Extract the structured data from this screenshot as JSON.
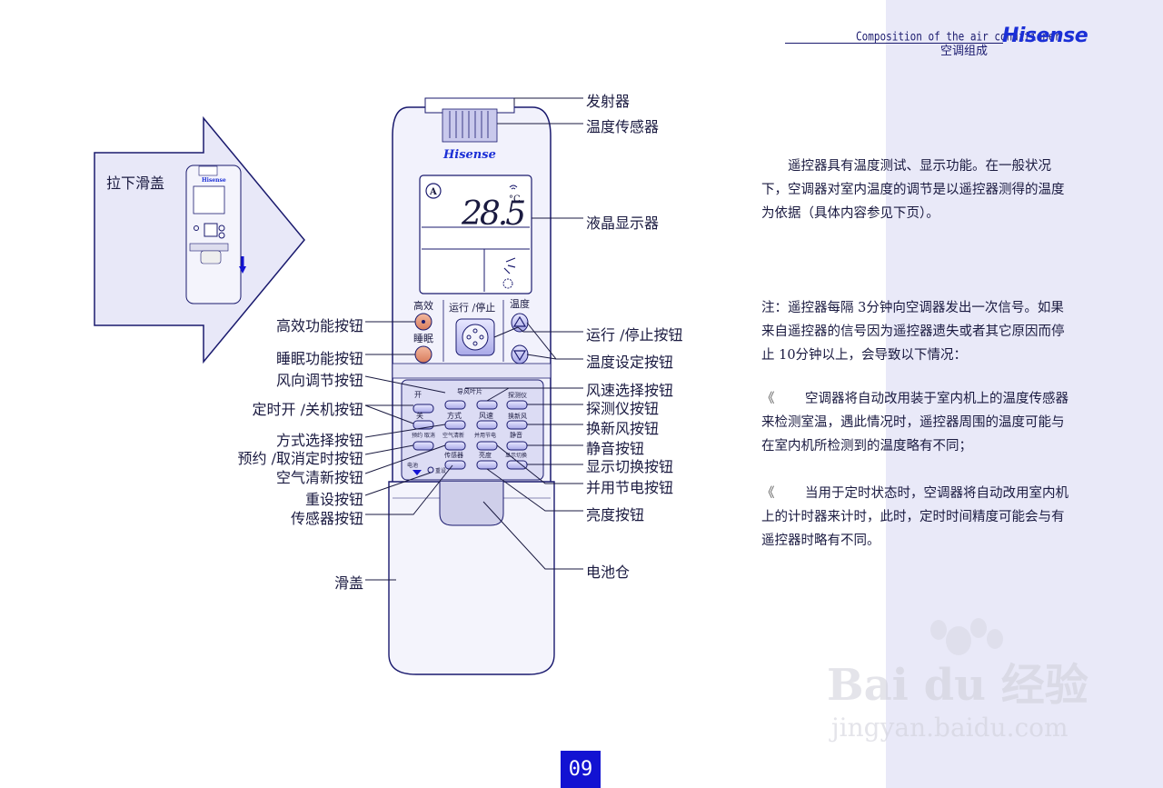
{
  "header": {
    "english_title": "Composition of the air conditioner",
    "chinese_title": "空调组成",
    "brand": "Hisense"
  },
  "inset": {
    "label": "拉下滑盖",
    "brand": "Hisense"
  },
  "remote": {
    "brand": "Hisense",
    "lcd_reading": "28.5",
    "lcd_unit": "°C",
    "lcd_mode_icon": "A",
    "button_labels": {
      "turbo": "高效",
      "sleep": "睡眠",
      "run_stop": "运行 /停止",
      "temp": "温度",
      "on": "开",
      "off": "关",
      "swing": "导风叶片",
      "probe": "探测仪",
      "mode": "方式",
      "fan": "风速",
      "fresh": "换新风",
      "schedule": "预约 取消",
      "air_clean": "空气清新",
      "parallel": "并用节电",
      "quiet": "静音",
      "sensor": "传感器",
      "bright": "亮度",
      "display": "显示切换",
      "battery": "电池",
      "reset": "重设"
    }
  },
  "labels_left": {
    "turbo": "高效功能按钮",
    "sleep": "睡眠功能按钮",
    "swing": "风向调节按钮",
    "timer": "定时开 /关机按钮",
    "mode": "方式选择按钮",
    "schedule": "预约 /取消定时按钮",
    "air_clean": "空气清新按钮",
    "reset": "重设按钮",
    "sensor": "传感器按钮",
    "cover": "滑盖"
  },
  "labels_right": {
    "emitter": "发射器",
    "temp_sensor": "温度传感器",
    "lcd": "液晶显示器",
    "run_stop": "运行 /停止按钮",
    "temp_set": "温度设定按钮",
    "fan_speed": "风速选择按钮",
    "probe": "探测仪按钮",
    "fresh_air": "换新风按钮",
    "quiet": "静音按钮",
    "display": "显示切换按钮",
    "parallel": "并用节电按钮",
    "bright": "亮度按钮",
    "battery": "电池仓"
  },
  "text": {
    "p1": "遥控器具有温度测试、显示功能。在一般状况下，空调器对室内温度的调节是以遥控器测得的温度为依据（具体内容参见下页）。",
    "p2": "注：遥控器每隔 3分钟向空调器发出一次信号。如果来自遥控器的信号因为遥控器遗失或者其它原因而停止 10分钟以上，会导致以下情况：",
    "bullet_mark": "《",
    "b1": "空调器将自动改用装于室内机上的温度传感器来检测室温，遇此情况时，遥控器周围的温度可能与在室内机所检测到的温度略有不同；",
    "b2": "当用于定时状态时，空调器将自动改用室内机上的计时器来计时，此时，定时时间精度可能会与有遥控器时略有不同。"
  },
  "page_number": "09",
  "watermark": {
    "text": "Bai du 经验",
    "url": "jingyan.baidu.com"
  }
}
